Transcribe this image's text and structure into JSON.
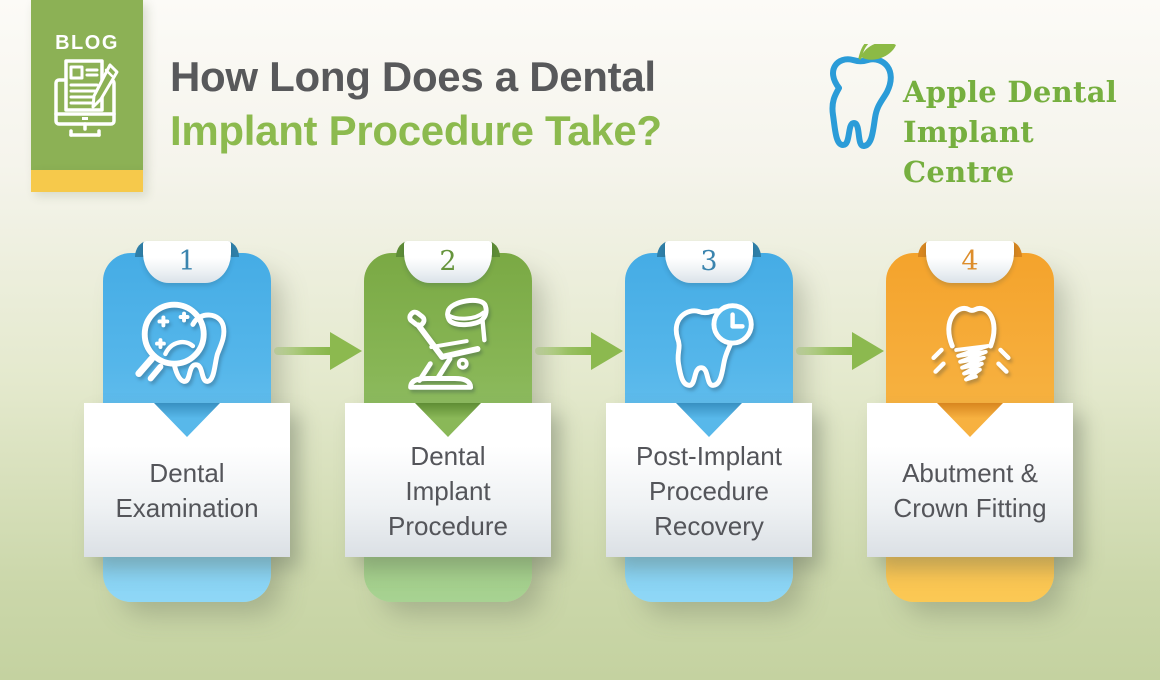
{
  "badge": {
    "label": "BLOG",
    "icon": "blog-post-icon",
    "green": "#8CB155",
    "yellow": "#F6C94B"
  },
  "title": {
    "line1": "How Long Does a Dental",
    "line2": "Implant Procedure Take?",
    "line1_color": "#58595B",
    "line2_color": "#8CBA4E"
  },
  "logo": {
    "icon": "apple-tooth-logo",
    "line1": "Apple Dental",
    "line2": "Implant Centre",
    "text_color": "#76AF3F",
    "tooth_color": "#2B9CD8",
    "leaf_color": "#8CBA45"
  },
  "steps": [
    {
      "number": "1",
      "label": "Dental Examination",
      "lines": [
        "Dental",
        "Examination"
      ],
      "icon": "tooth-magnifier-icon",
      "theme": "blue",
      "card_top": "#45ACE5",
      "card_bottom": "#8FD7F6",
      "number_color": "#3A84AE"
    },
    {
      "number": "2",
      "label": "Dental Implant Procedure",
      "lines": [
        "Dental",
        "Implant",
        "Procedure"
      ],
      "icon": "dental-chair-icon",
      "theme": "green",
      "card_top": "#7AA944",
      "card_bottom": "#A7D292",
      "number_color": "#66943C"
    },
    {
      "number": "3",
      "label": "Post-Implant Procedure Recovery",
      "lines": [
        "Post-Implant",
        "Procedure",
        "Recovery"
      ],
      "icon": "tooth-clock-icon",
      "theme": "blue",
      "card_top": "#45ACE5",
      "card_bottom": "#8FD7F6",
      "number_color": "#3A84AE"
    },
    {
      "number": "4",
      "label": "Abutment & Crown Fitting",
      "lines": [
        "Abutment &",
        "Crown Fitting"
      ],
      "icon": "implant-screw-icon",
      "theme": "orange",
      "card_top": "#F4A32C",
      "card_bottom": "#FBC854",
      "number_color": "#DD8D2B"
    }
  ],
  "arrow_color": "#8CB94F",
  "label_text_color": "#54555A"
}
